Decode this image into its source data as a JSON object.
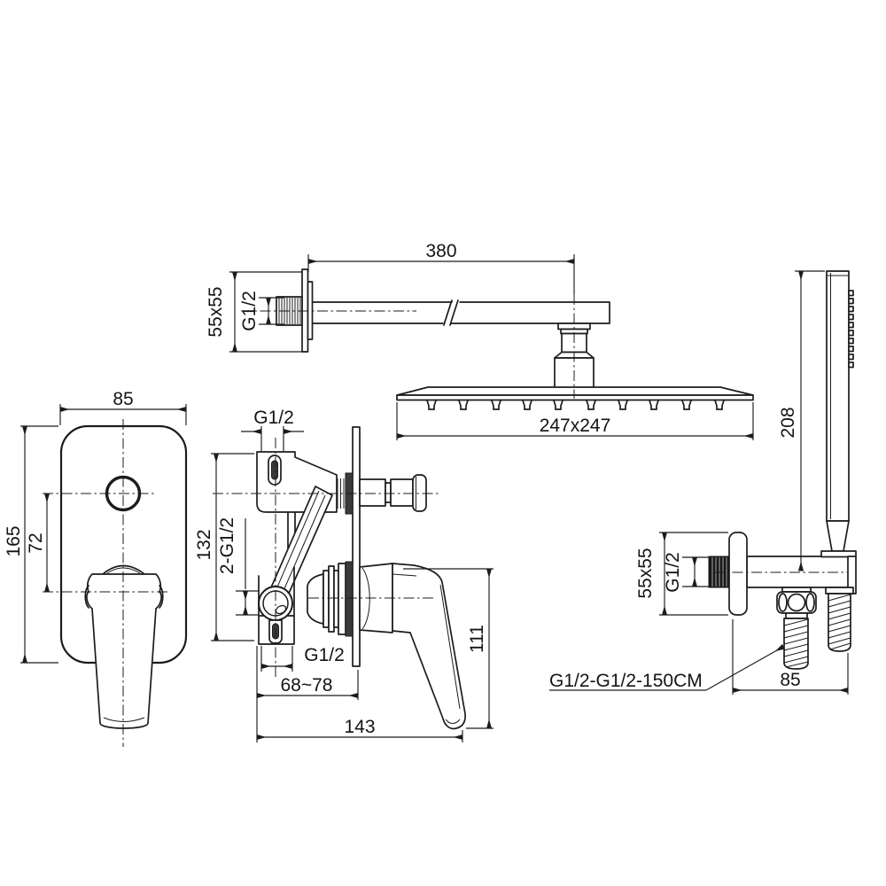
{
  "colors": {
    "background": "#ffffff",
    "line": "#1c1c1c"
  },
  "views": {
    "shower_arm": {
      "length": "380",
      "flange": "55x55",
      "thread": "G1/2"
    },
    "rain_head": {
      "size": "247x247"
    },
    "hand_shower": {
      "length": "208"
    },
    "mixer_front": {
      "width": "85",
      "height": "165",
      "spacing": "72"
    },
    "mixer_section": {
      "top_thread": "G1/2",
      "height": "132",
      "side_ports": "2-G1/2",
      "bottom_thread": "G1/2",
      "install_depth": "68~78",
      "total_depth": "143",
      "handle_drop": "111"
    },
    "outlet": {
      "flange": "55x55",
      "thread": "G1/2",
      "width": "85",
      "hose": "G1/2-G1/2-150CM"
    }
  }
}
